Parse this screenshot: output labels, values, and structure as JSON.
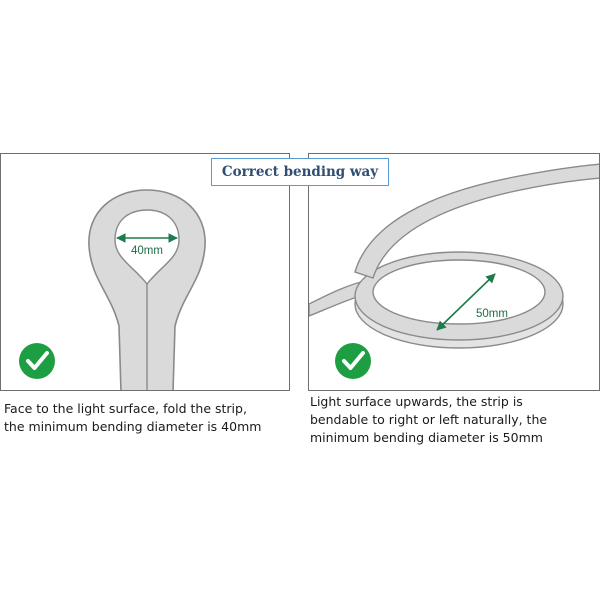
{
  "title": "Correct bending way",
  "left_panel": {
    "dimension": "40mm",
    "caption_lines": [
      "Face to the light surface, fold the strip,",
      "the minimum bending diameter is 40mm"
    ]
  },
  "right_panel": {
    "dimension": "50mm",
    "caption_lines": [
      "Light surface upwards, the strip is",
      "bendable to right or left naturally, the",
      "minimum bending diameter is 50mm"
    ]
  },
  "icons": {
    "left_check": "check-circle-icon",
    "right_check": "check-circle-icon"
  },
  "colors": {
    "strip_fill": "#dadada",
    "strip_outline": "#8a8a8a",
    "check_green": "#1e9e42",
    "arrow_green": "#1f7a4e",
    "title_border": "#5b9bd5",
    "title_text": "#2e4e74"
  }
}
